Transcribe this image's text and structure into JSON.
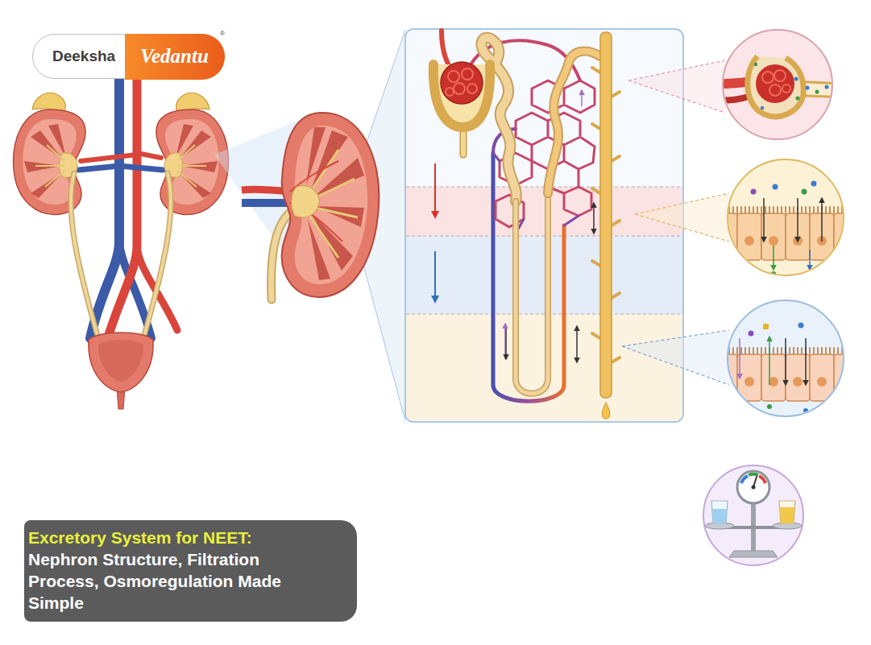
{
  "diagram": {
    "nodes": [
      {
        "text": [
          "Deeksha"
        ]
      },
      {
        "text": [
          "Vedantu"
        ],
        "in": 0
      },
      {
        "text": [
          "Excretory System for NEET:",
          "Nephron Structure, Filtration Process, Osmoregulation Made Simple"
        ]
      }
    ],
    "labels": [
      "®"
    ]
  }
}
